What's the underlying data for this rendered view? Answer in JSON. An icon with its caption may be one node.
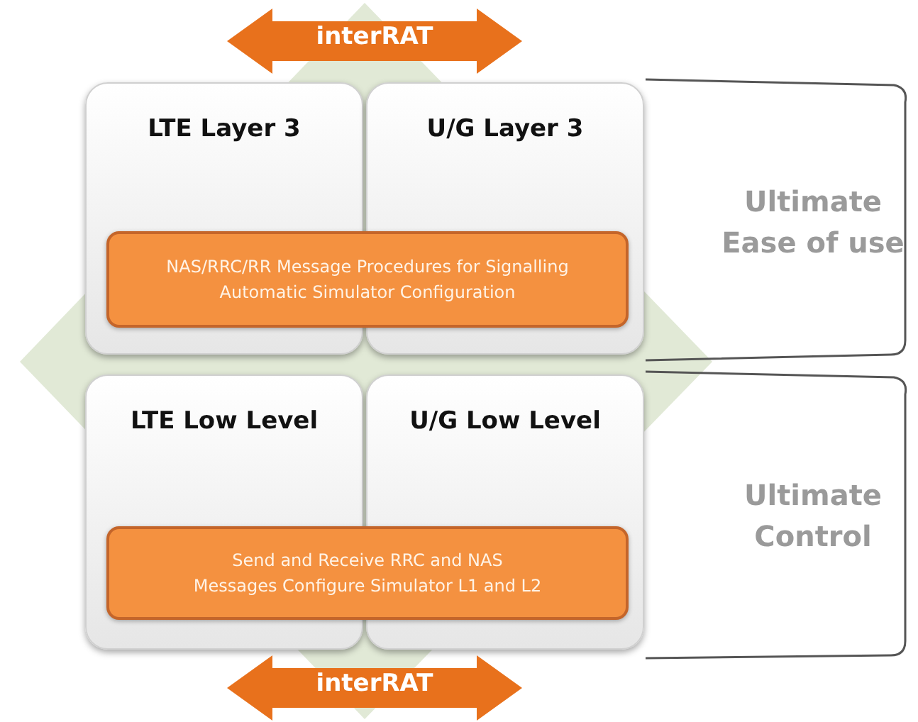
{
  "diagram": {
    "nodes": [
      {
        "text": [
          "interRAT"
        ]
      },
      {
        "text": [
          "LTE Layer 3"
        ]
      },
      {
        "text": [
          "U/G Layer 3"
        ]
      },
      {
        "text": [
          "NAS/RRC/RR Message Procedures for Signalling Automatic Simulator Configuration"
        ]
      },
      {
        "text": [
          "LTE Low Level"
        ]
      },
      {
        "text": [
          "U/G Low Level"
        ]
      },
      {
        "text": [
          "Send and Receive RRC and NAS Messages Configure Simulator L1 and L2"
        ]
      },
      {
        "text": [
          "interRAT"
        ]
      }
    ],
    "labels": [
      "Ultimate Ease of use",
      "Ultimate Control"
    ]
  }
}
